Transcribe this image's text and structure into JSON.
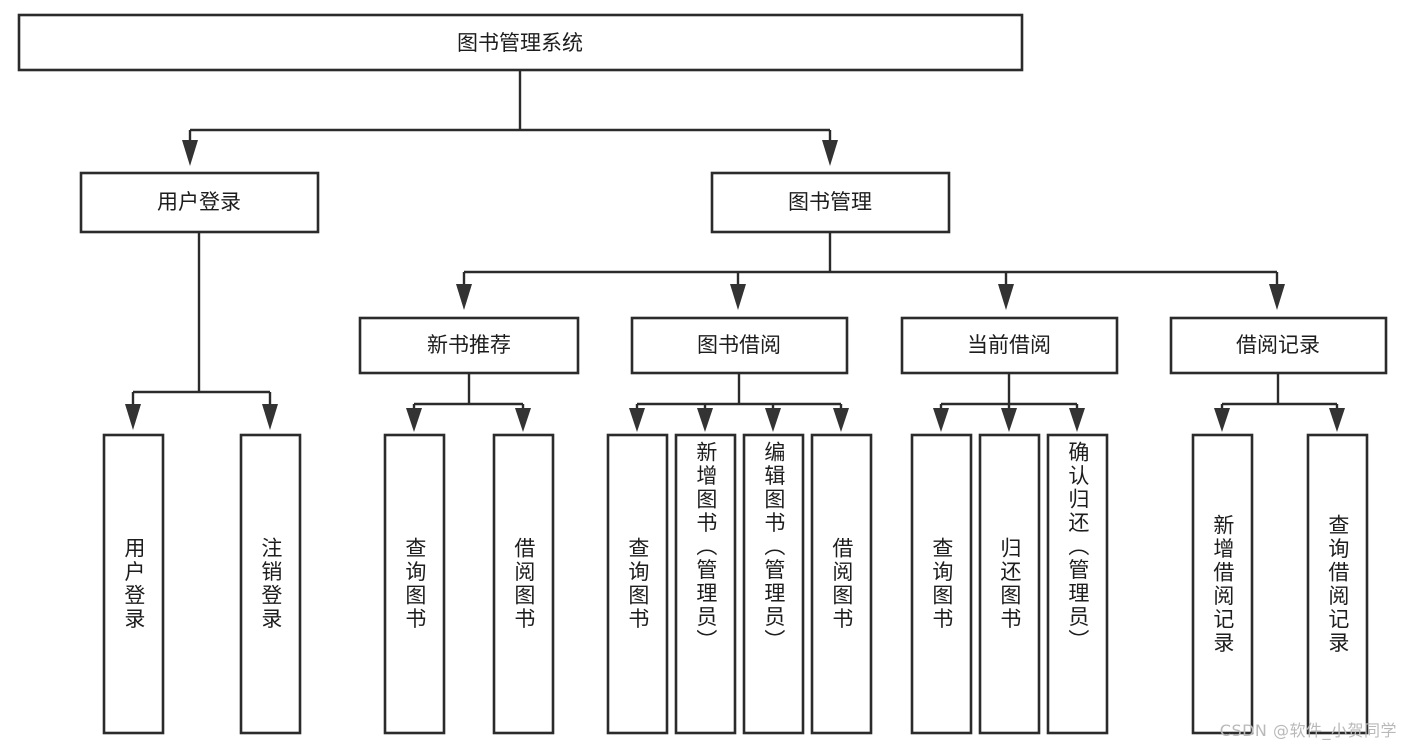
{
  "diagram": {
    "type": "tree",
    "title": "图书管理系统",
    "watermark": "CSDN @软件_小贺同学",
    "root": {
      "label": "图书管理系统"
    },
    "level1": [
      {
        "id": "user-login",
        "label": "用户登录"
      },
      {
        "id": "book-manage",
        "label": "图书管理"
      }
    ],
    "level2": [
      {
        "id": "new-book-recommend",
        "label": "新书推荐",
        "parent": "book-manage"
      },
      {
        "id": "book-borrow",
        "label": "图书借阅",
        "parent": "book-manage"
      },
      {
        "id": "current-borrow",
        "label": "当前借阅",
        "parent": "book-manage"
      },
      {
        "id": "borrow-record",
        "label": "借阅记录",
        "parent": "book-manage"
      }
    ],
    "leaves": [
      {
        "id": "leaf-user-login",
        "label": "用户登录",
        "parent": "user-login"
      },
      {
        "id": "leaf-logout",
        "label": "注销登录",
        "parent": "user-login"
      },
      {
        "id": "leaf-query-book-1",
        "label": "查询图书",
        "parent": "new-book-recommend"
      },
      {
        "id": "leaf-borrow-book-1",
        "label": "借阅图书",
        "parent": "new-book-recommend"
      },
      {
        "id": "leaf-query-book-2",
        "label": "查询图书",
        "parent": "book-borrow"
      },
      {
        "id": "leaf-add-book",
        "label": "新增图书（管理员）",
        "parent": "book-borrow"
      },
      {
        "id": "leaf-edit-book",
        "label": "编辑图书（管理员）",
        "parent": "book-borrow"
      },
      {
        "id": "leaf-borrow-book-2",
        "label": "借阅图书",
        "parent": "book-borrow"
      },
      {
        "id": "leaf-query-book-3",
        "label": "查询图书",
        "parent": "current-borrow"
      },
      {
        "id": "leaf-return-book",
        "label": "归还图书",
        "parent": "current-borrow"
      },
      {
        "id": "leaf-confirm-return",
        "label": "确认归还（管理员）",
        "parent": "current-borrow"
      },
      {
        "id": "leaf-add-record",
        "label": "新增借阅记录",
        "parent": "borrow-record"
      },
      {
        "id": "leaf-query-record",
        "label": "查询借阅记录",
        "parent": "borrow-record"
      }
    ],
    "colors": {
      "box_stroke": "#2b2b2b",
      "box_fill": "#ffffff",
      "connector": "#2b2b2b",
      "text": "#1d1d1d",
      "watermark": "#b9b9b9",
      "background": "#ffffff"
    }
  }
}
